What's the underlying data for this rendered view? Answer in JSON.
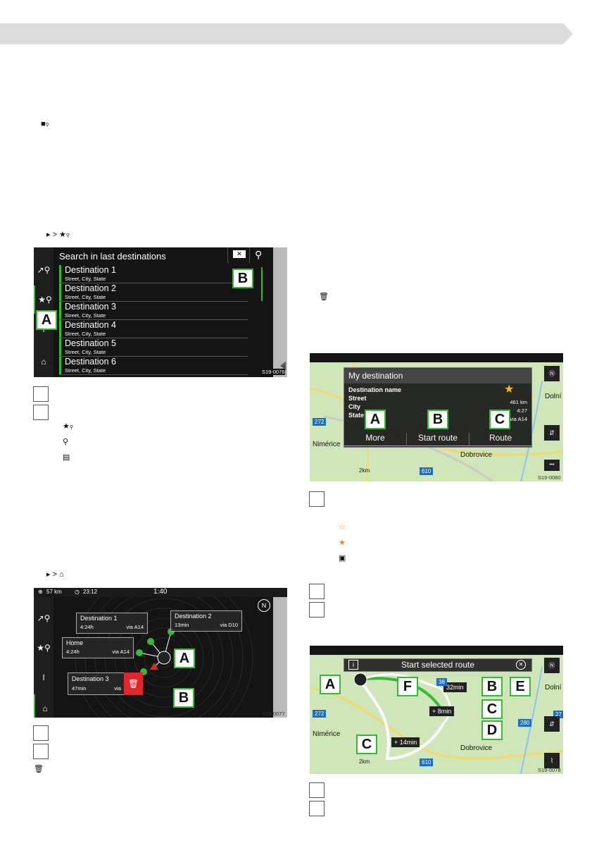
{
  "left": {
    "screen1": {
      "search_label": "Search in last destinations",
      "destinations": [
        {
          "name": "Destination 1",
          "address": "Street, City, State"
        },
        {
          "name": "Destination 2",
          "address": "Street, City, State"
        },
        {
          "name": "Destination 3",
          "address": "Street, City, State"
        },
        {
          "name": "Destination 4",
          "address": "Street, City, State"
        },
        {
          "name": "Destination 5",
          "address": "Street, City, State"
        },
        {
          "name": "Destination 6",
          "address": "Street, City, State"
        }
      ],
      "tag_a": "A",
      "tag_b": "B",
      "code": "S19-0076"
    },
    "screen2": {
      "distance": "57 km",
      "clock": "23:12",
      "time": "1:40",
      "tag_a": "A",
      "tag_b": "B",
      "code": "S19-0077",
      "cards": [
        {
          "title": "Destination 1",
          "eta": "4:24h",
          "via": "via A14"
        },
        {
          "title": "Destination 2",
          "eta": "13min",
          "via": "via D10"
        },
        {
          "title": "Home",
          "eta": "4:24h",
          "via": "via A14"
        },
        {
          "title": "Destination 3",
          "eta": "47min",
          "via": "via"
        }
      ]
    }
  },
  "right": {
    "screen3": {
      "panel_title": "My destination",
      "dest_name": "Destination name",
      "street": "Street",
      "city": "City",
      "state": "State",
      "dist": "461 km",
      "time": "4:27",
      "via": "via A14",
      "btn_more": "More",
      "btn_start": "Start route",
      "btn_route": "Route",
      "tag_a": "A",
      "tag_b": "B",
      "tag_c": "C",
      "place1": "Nimérice",
      "place2": "Dobrovice",
      "place3": "Dolní",
      "road1": "272",
      "road2": "610",
      "scale": "2km",
      "more_icon": "•••",
      "code": "S19-0080"
    },
    "screen4": {
      "banner": "Start selected route",
      "t1": "32min",
      "t2": "+ 8min",
      "t3": "+ 14min",
      "tags": [
        "A",
        "F",
        "B",
        "E",
        "C",
        "D",
        "C"
      ],
      "place1": "Nimérice",
      "place2": "Dobrovice",
      "place3": "Dolní",
      "roads": [
        "38",
        "272",
        "280",
        "610",
        "27"
      ],
      "scale": "2km",
      "code": "S19-0078"
    }
  },
  "colors": {
    "accent_green": "#36b936",
    "header_gray": "#dcdcdc",
    "star_orange": "#e8891a",
    "delete_red": "#e0262b"
  }
}
